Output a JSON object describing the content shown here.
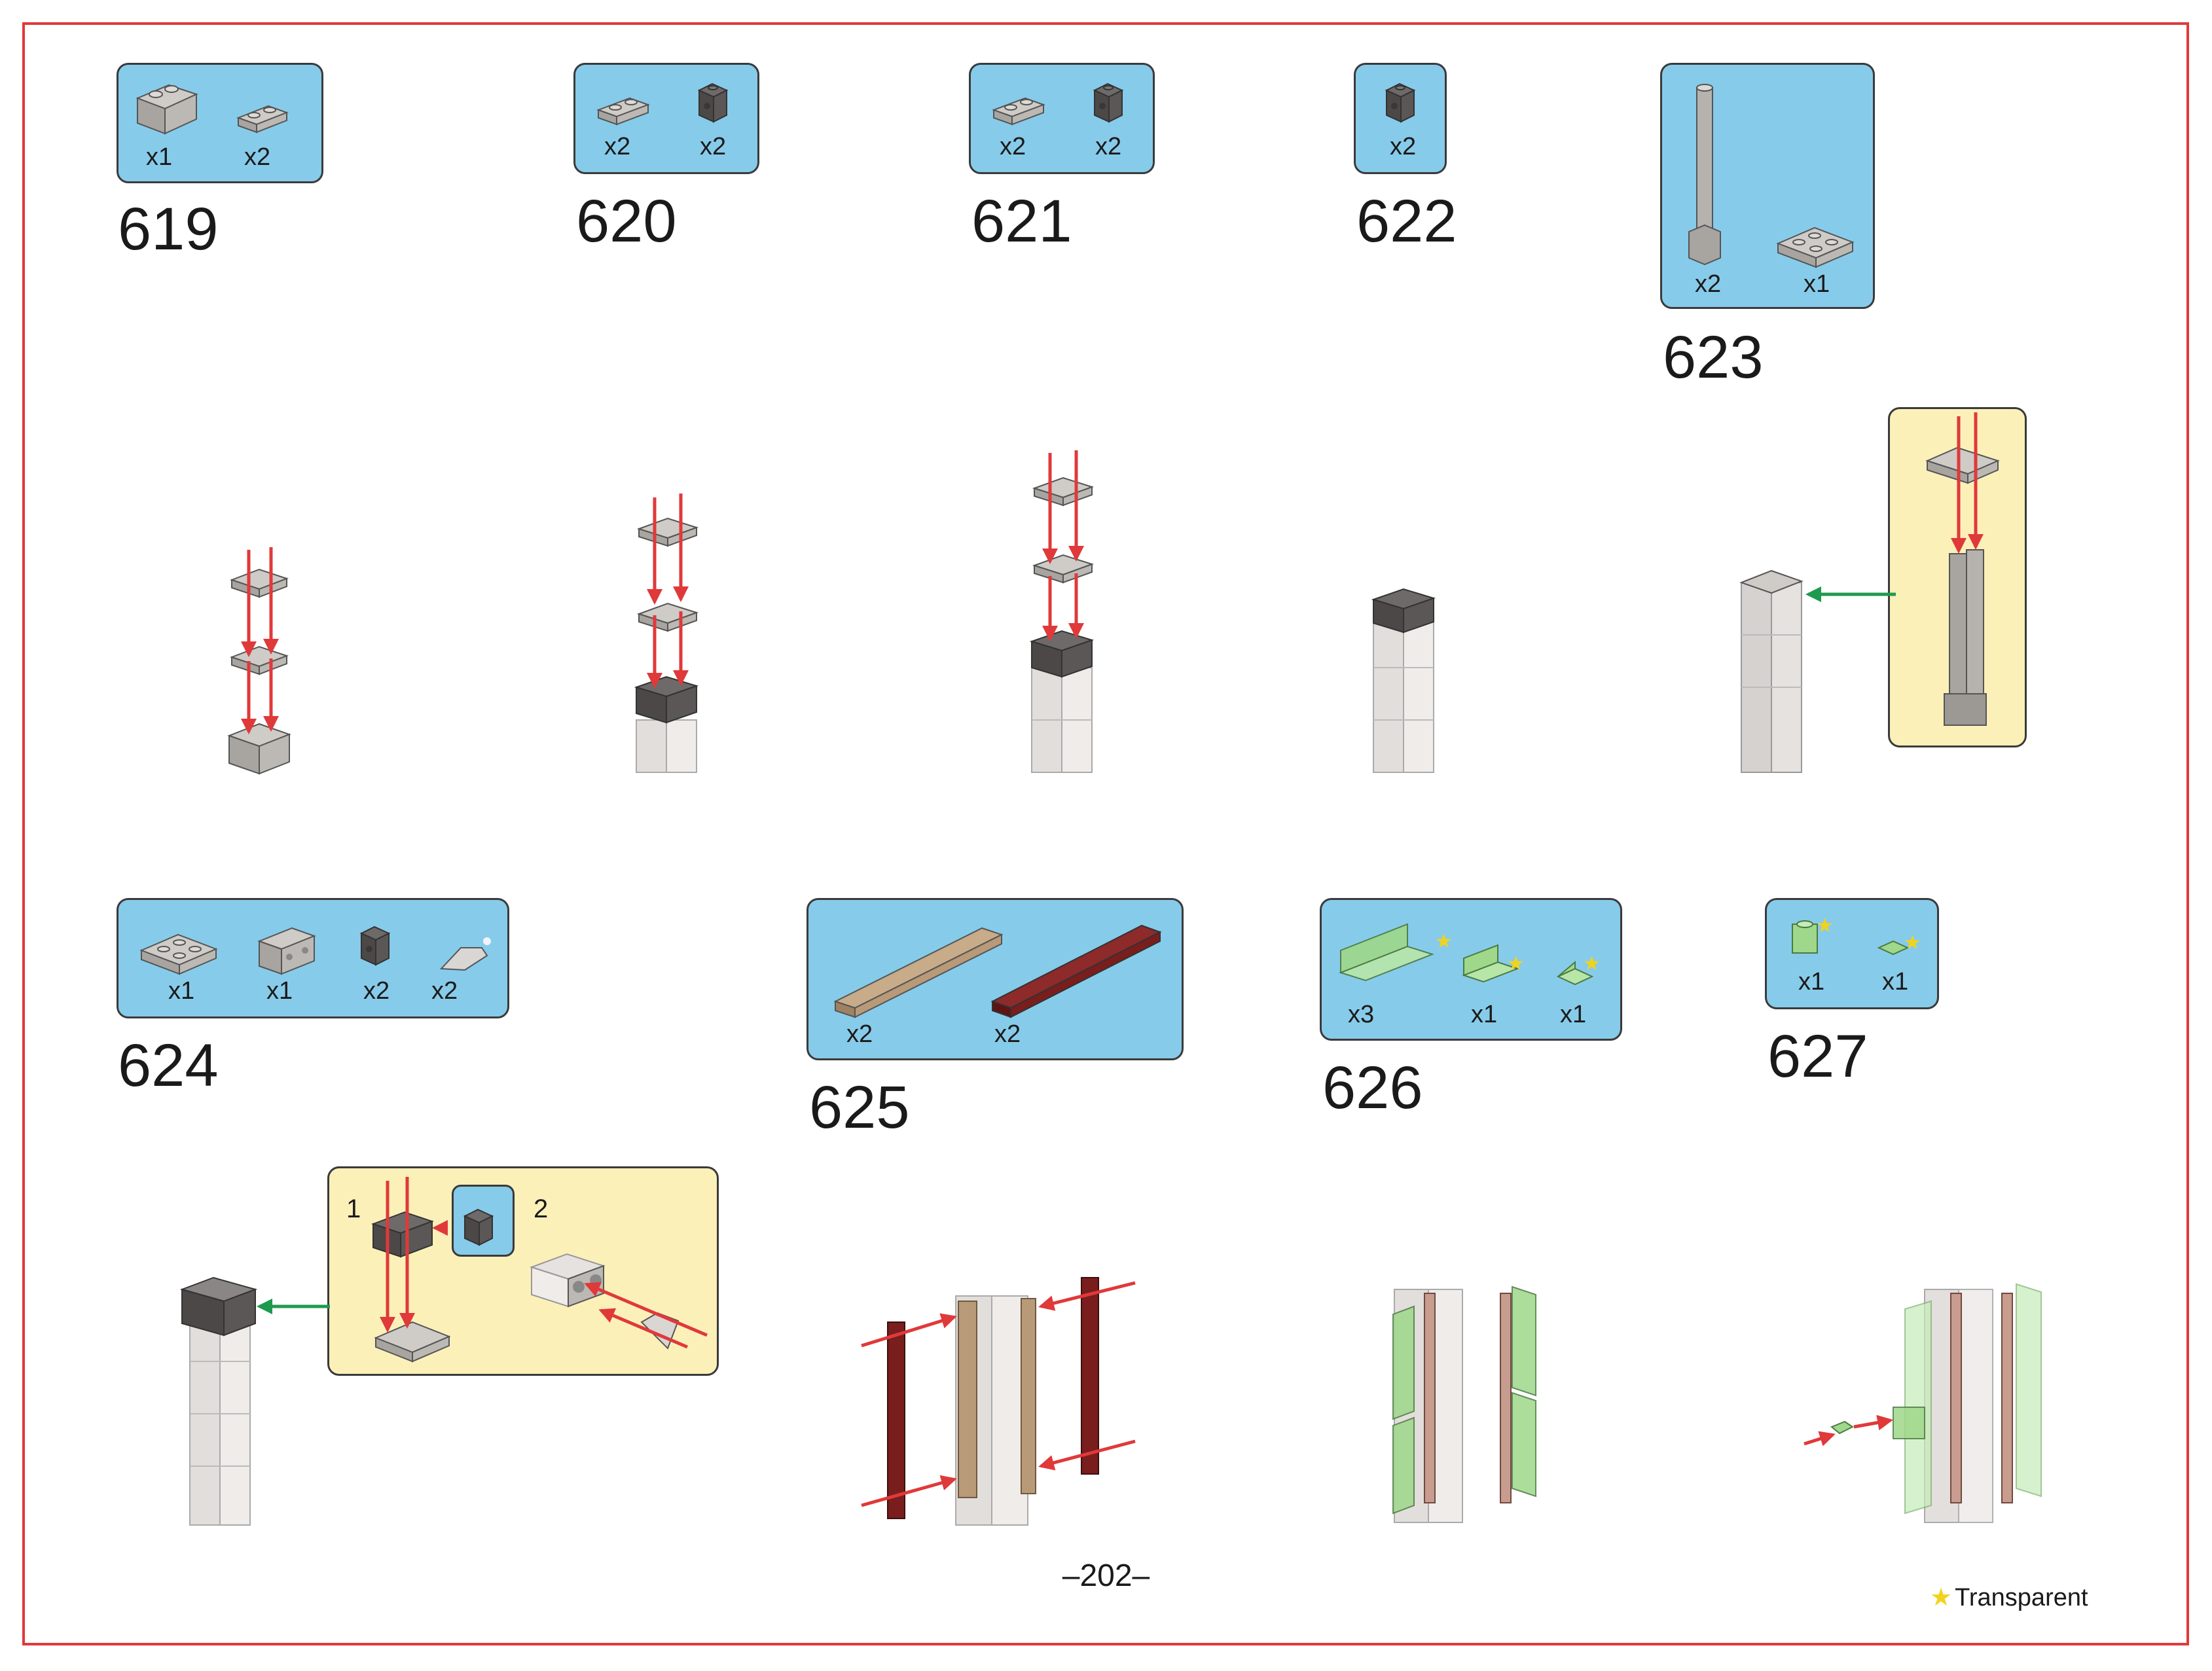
{
  "steps": [
    {
      "number": "619",
      "parts": [
        {
          "qty": "x1",
          "icon": "brick-2x2-light-gray"
        },
        {
          "qty": "x2",
          "icon": "plate-1x2-light-gray"
        }
      ]
    },
    {
      "number": "620",
      "parts": [
        {
          "qty": "x2",
          "icon": "plate-1x2-light-gray"
        },
        {
          "qty": "x2",
          "icon": "brick-1x1-studs-dark-gray"
        }
      ]
    },
    {
      "number": "621",
      "parts": [
        {
          "qty": "x2",
          "icon": "plate-1x2-light-gray"
        },
        {
          "qty": "x2",
          "icon": "brick-1x1-studs-dark-gray"
        }
      ]
    },
    {
      "number": "622",
      "parts": [
        {
          "qty": "x2",
          "icon": "brick-1x1-studs-dark-gray"
        }
      ]
    },
    {
      "number": "623",
      "parts": [
        {
          "qty": "x2",
          "icon": "bar-pillar-light-gray"
        },
        {
          "qty": "x1",
          "icon": "plate-2x2-light-gray"
        }
      ]
    },
    {
      "number": "624",
      "parts": [
        {
          "qty": "x1",
          "icon": "plate-2x2-light-gray"
        },
        {
          "qty": "x1",
          "icon": "brick-1x2-studs-light-gray"
        },
        {
          "qty": "x2",
          "icon": "brick-1x1-studs-dark-gray"
        },
        {
          "qty": "x2",
          "icon": "tooth-light-gray"
        }
      ]
    },
    {
      "number": "625",
      "parts": [
        {
          "qty": "x2",
          "icon": "plate-1x8-tan"
        },
        {
          "qty": "x2",
          "icon": "plate-1x8-dark-red"
        }
      ]
    },
    {
      "number": "626",
      "parts": [
        {
          "qty": "x3",
          "icon": "panel-1x4-trans-green"
        },
        {
          "qty": "x1",
          "icon": "panel-1x2-trans-green"
        },
        {
          "qty": "x1",
          "icon": "panel-1x1-trans-green"
        }
      ]
    },
    {
      "number": "627",
      "parts": [
        {
          "qty": "x1",
          "icon": "brick-1x1-trans-green"
        },
        {
          "qty": "x1",
          "icon": "tile-1x1-trans-green"
        }
      ]
    }
  ],
  "subassembly": {
    "step1": "1",
    "step2": "2"
  },
  "page_number": "–202–",
  "legend": {
    "symbol": "★",
    "label": "Transparent"
  },
  "colors": {
    "frame": "#e0393a",
    "parts_box": "#87cbea",
    "callout": "#fcf0b9",
    "arrow_red": "#e0393a",
    "arrow_green": "#1e9a4e",
    "light_gray": "#a8a4a0",
    "dark_gray": "#4b4847",
    "tan": "#b89a78",
    "dark_red": "#7a1d1d",
    "trans_green": "#9fd88a"
  }
}
